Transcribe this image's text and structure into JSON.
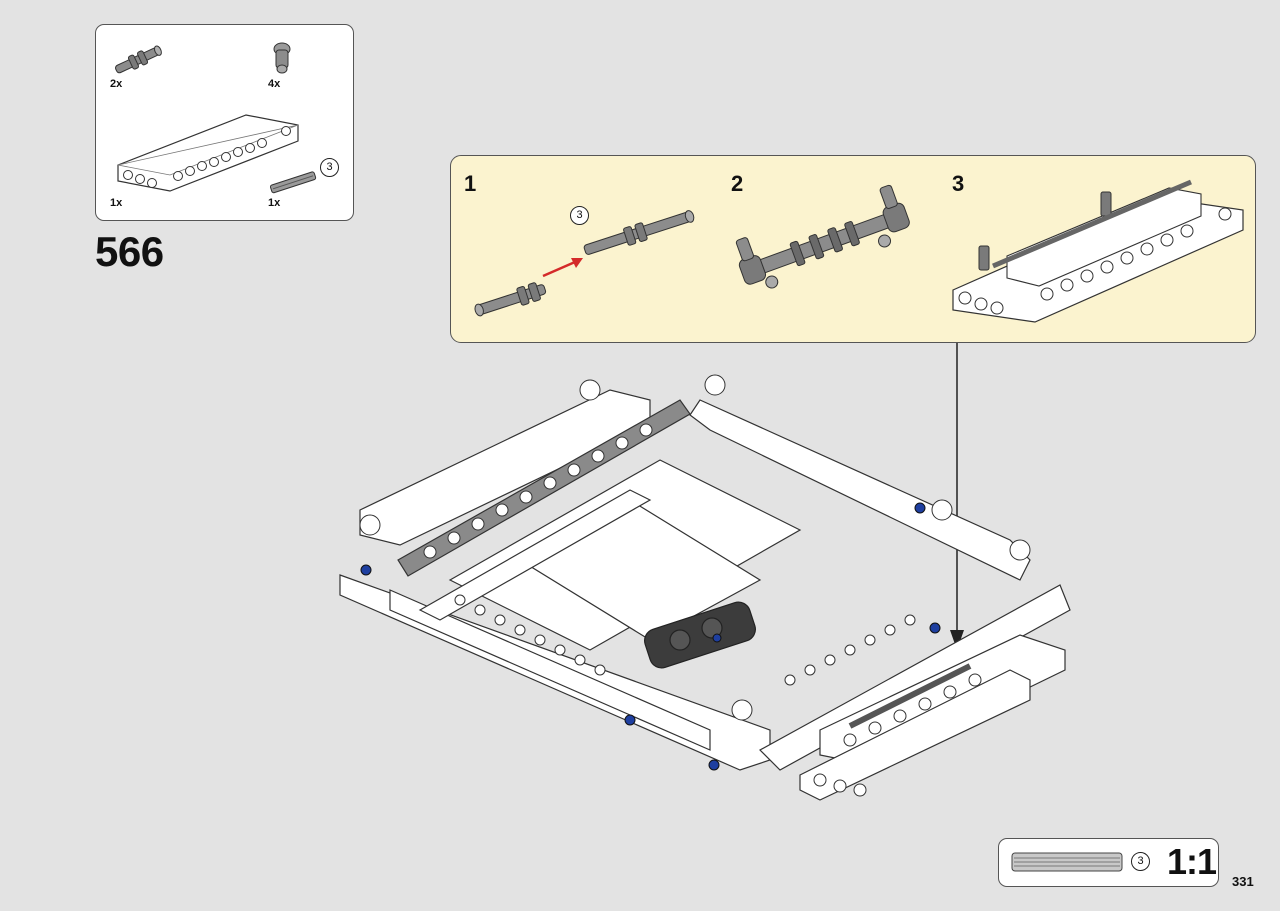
{
  "parts_list": {
    "items": [
      {
        "name": "axle-with-pin-icon",
        "qty": "2x"
      },
      {
        "name": "pin-connector-icon",
        "qty": "4x"
      },
      {
        "name": "liftarm-frame-icon",
        "qty": "1x"
      },
      {
        "name": "axle-length-3-icon",
        "qty": "1x",
        "length": "3"
      }
    ]
  },
  "step": {
    "number": "566"
  },
  "substeps": [
    {
      "number": "1",
      "callout": "3"
    },
    {
      "number": "2"
    },
    {
      "number": "3"
    }
  ],
  "scale_ruler": {
    "length": "3",
    "ratio": "1:1"
  },
  "page": {
    "number": "331"
  },
  "colors": {
    "background": "#e3e3e3",
    "callout_background": "#fbf3cf",
    "arrow_red": "#d42a2a",
    "part_gray": "#8c8c8c",
    "part_dark": "#3c3c3c",
    "part_white": "#ffffff",
    "part_blue": "#1e3fa0"
  }
}
